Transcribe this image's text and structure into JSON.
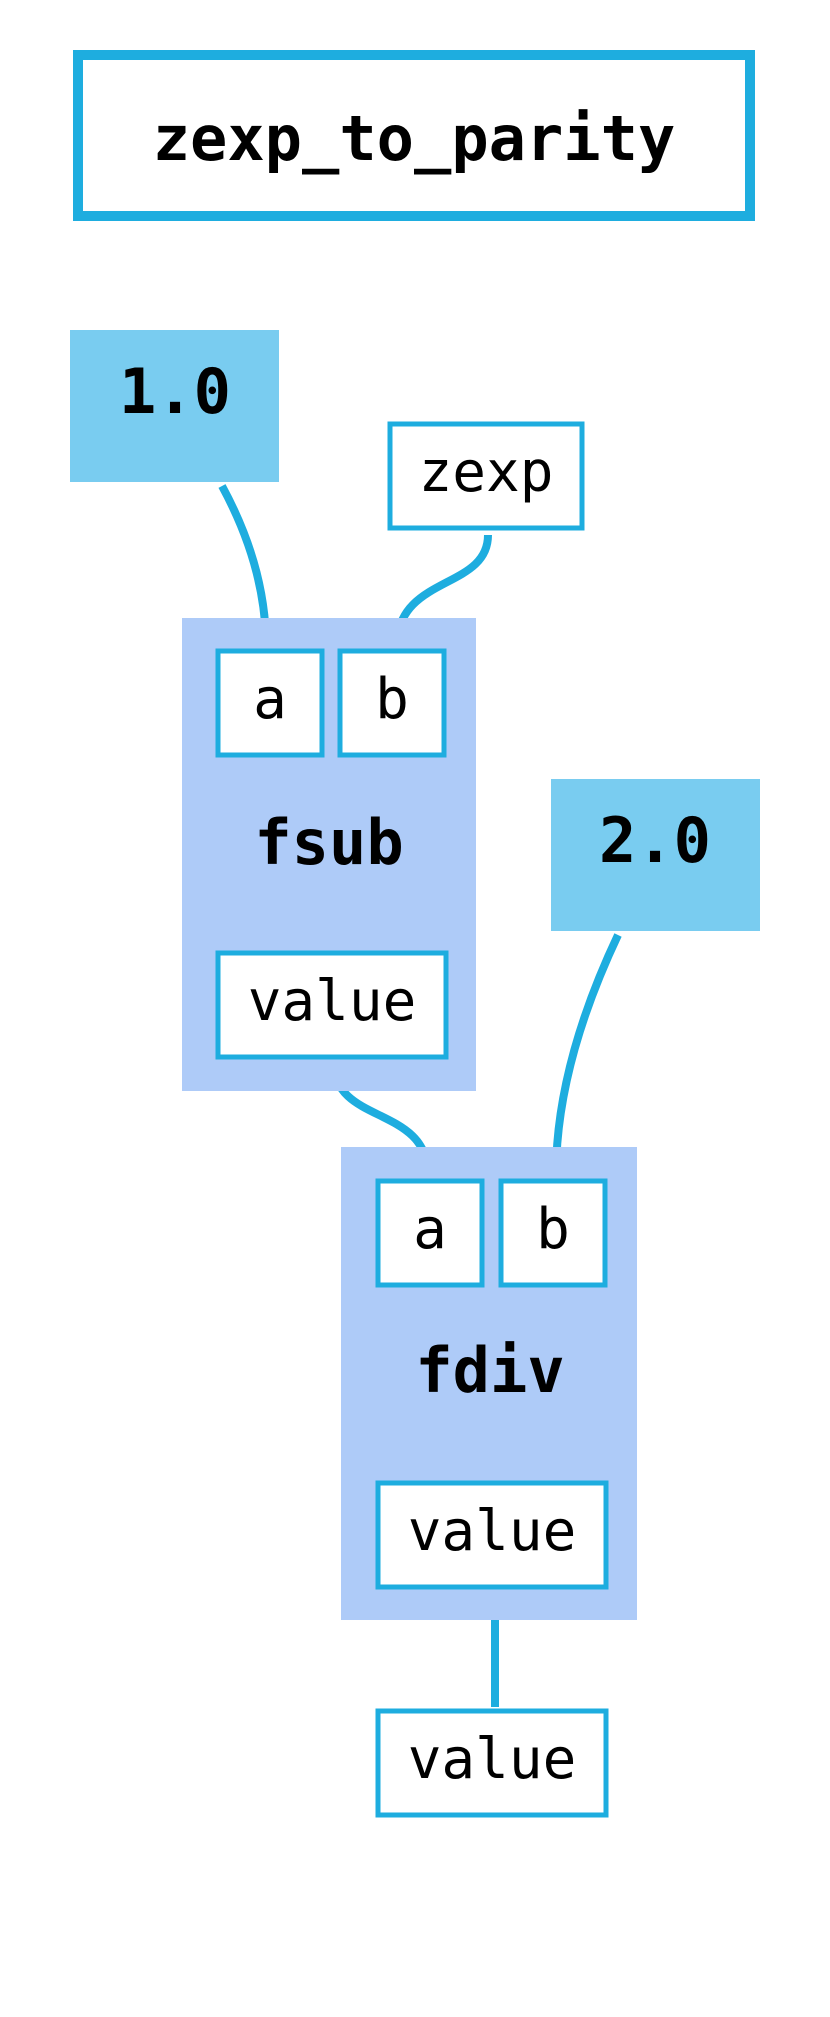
{
  "title": "zexp_to_parity",
  "nodes": {
    "const_one": {
      "label": "1.0",
      "kind": "constant"
    },
    "const_two": {
      "label": "2.0",
      "kind": "constant"
    },
    "input_zexp": {
      "label": "zexp",
      "kind": "input"
    },
    "fsub": {
      "label": "fsub",
      "inputs": [
        "a",
        "b"
      ],
      "output": "value"
    },
    "fdiv": {
      "label": "fdiv",
      "inputs": [
        "a",
        "b"
      ],
      "output": "value"
    },
    "output_value": {
      "label": "value",
      "kind": "output"
    }
  },
  "edges": [
    {
      "from": "1.0",
      "to": "fsub.a"
    },
    {
      "from": "zexp",
      "to": "fsub.b"
    },
    {
      "from": "fsub.value",
      "to": "fdiv.a"
    },
    {
      "from": "2.0",
      "to": "fdiv.b"
    },
    {
      "from": "fdiv.value",
      "to": "value"
    }
  ],
  "colors": {
    "accent": "#1eaddf",
    "constant_fill": "#79ccf0",
    "node_fill": "#aecbf8",
    "box_fill": "#ffffff",
    "text": "#000000"
  }
}
